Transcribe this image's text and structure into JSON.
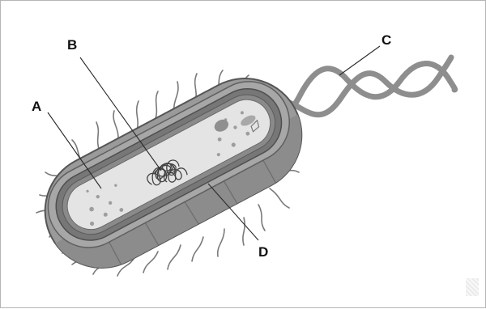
{
  "diagram": {
    "labels": [
      {
        "id": "A",
        "text": "A"
      },
      {
        "id": "B",
        "text": "B"
      },
      {
        "id": "C",
        "text": "C"
      },
      {
        "id": "D",
        "text": "D"
      }
    ],
    "colors": {
      "capsule": "#9a9a9a",
      "cell_wall": "#6f6f6f",
      "membrane": "#8a8a8a",
      "cytoplasm": "#e4e4e4",
      "flagellum": "#8e8e8e",
      "dna": "#444444",
      "ribosome": "#9d9d9d",
      "pili": "#7a7a7a"
    }
  }
}
